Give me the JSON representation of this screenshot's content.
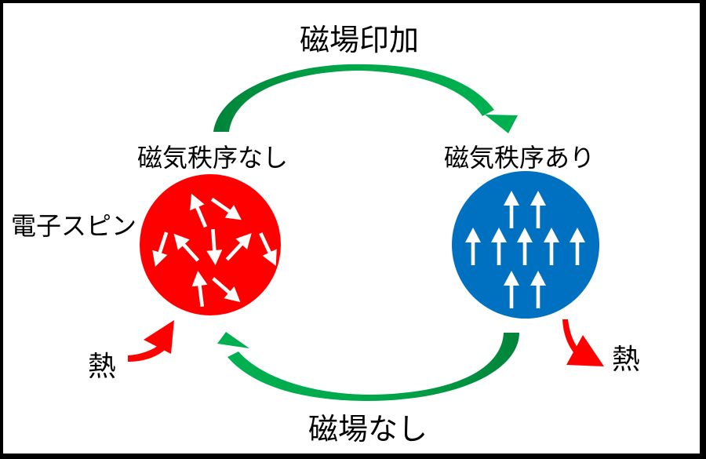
{
  "labels": {
    "apply_field": "磁場印加",
    "no_field": "磁場なし",
    "no_magnetic_order": "磁気秩序なし",
    "magnetic_order": "磁気秩序あり",
    "electron_spin": "電子スピン",
    "heat_in": "熱",
    "heat_out": "熱"
  },
  "colors": {
    "disordered_state": "#ff0000",
    "ordered_state": "#0070c0",
    "cycle_arrow": "#00b050",
    "cycle_arrow_dark": "#00843a",
    "heat_arrow": "#ff0000",
    "spin_arrow": "#ffffff",
    "frame": "#000000"
  },
  "states": {
    "disordered": {
      "spin_count": 9,
      "spin_directions_deg": [
        -113,
        35,
        108,
        -132,
        86,
        -47,
        65,
        -97,
        41
      ]
    },
    "ordered": {
      "spin_count": 9,
      "spin_rows": [
        2,
        5,
        2
      ],
      "spin_direction": "up"
    }
  }
}
